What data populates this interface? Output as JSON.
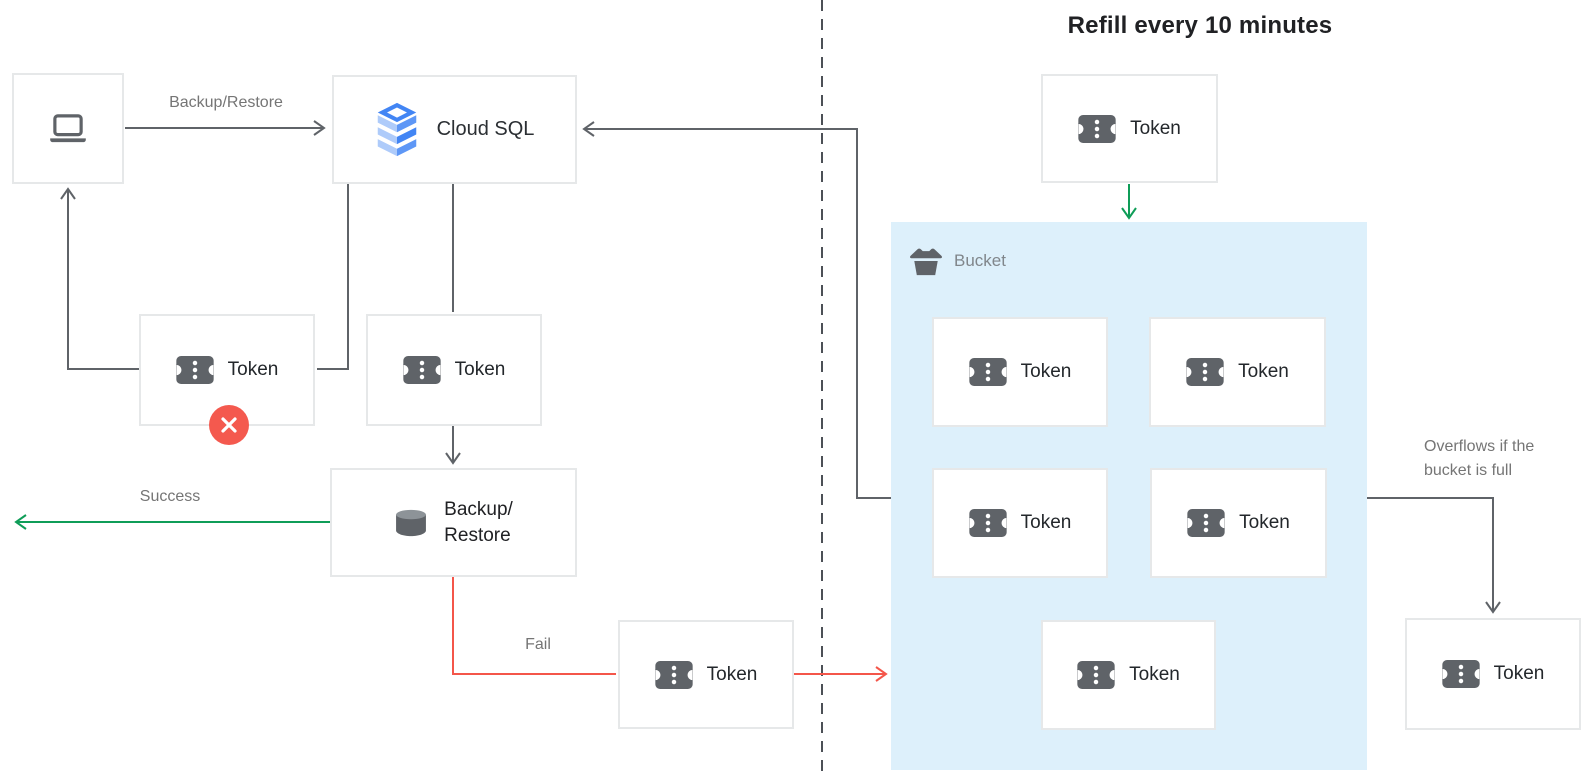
{
  "title": "Refill every 10 minutes",
  "labels": {
    "token": "Token",
    "cloud_sql": "Cloud SQL",
    "backup_restore_line1": "Backup/",
    "backup_restore_line2": "Restore",
    "backup_restore_edge": "Backup/Restore",
    "success": "Success",
    "fail": "Fail",
    "bucket": "Bucket",
    "overflow": "Overflows if the bucket is full"
  },
  "colors": {
    "arrow_gray": "#5f6368",
    "success_green": "#0f9d58",
    "fail_red": "#f4564a",
    "dashed_gray": "#4c5056",
    "bucket_blue": "#ddf0fb",
    "error_badge_red": "#f4594e",
    "box_border_gray": "#e6e8e9",
    "label_gray": "#757575",
    "text_dark": "#202124",
    "cloud_sql_blue": "#4285f4",
    "cloud_sql_blue_mid": "#5e97f6",
    "cloud_sql_blue_light": "#aecbfa"
  },
  "icons": {
    "laptop": "laptop-icon",
    "cloud_sql": "cloud-sql-logo-icon",
    "database": "database-icon",
    "token": "ticket-icon",
    "bucket": "bucket-icon",
    "error": "error-x-icon"
  }
}
